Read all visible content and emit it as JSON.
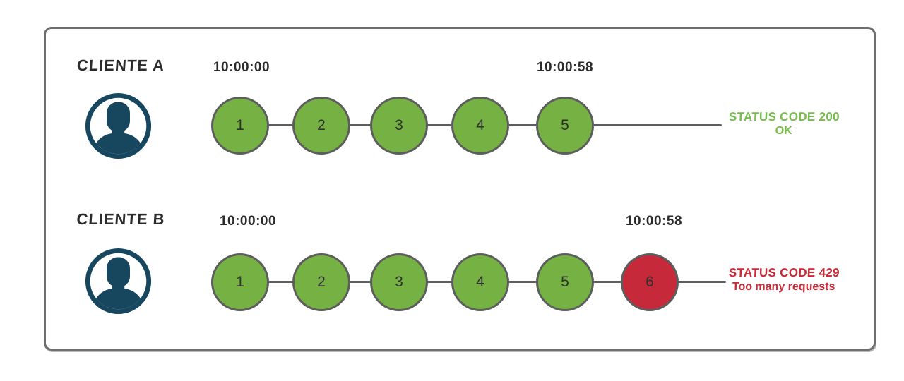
{
  "colors": {
    "ok_node": "#76B144",
    "limited_node": "#C5293A",
    "node_border": "#5D5D5D",
    "line": "#5E5E5E",
    "frame_border": "#6E6E6E",
    "avatar": "#17465F",
    "ok_text": "#76BD4B",
    "error_text": "#CB2936",
    "label_text": "#2B2B2B"
  },
  "rows": [
    {
      "client_label": "CLIENTE A",
      "start_time": "10:00:00",
      "end_time": "10:00:58",
      "requests": [
        {
          "n": "1",
          "status": "ok"
        },
        {
          "n": "2",
          "status": "ok"
        },
        {
          "n": "3",
          "status": "ok"
        },
        {
          "n": "4",
          "status": "ok"
        },
        {
          "n": "5",
          "status": "ok"
        }
      ],
      "status": {
        "line1": "STATUS CODE 200",
        "line2": "OK"
      }
    },
    {
      "client_label": "CLIENTE B",
      "start_time": "10:00:00",
      "end_time": "10:00:58",
      "requests": [
        {
          "n": "1",
          "status": "ok"
        },
        {
          "n": "2",
          "status": "ok"
        },
        {
          "n": "3",
          "status": "ok"
        },
        {
          "n": "4",
          "status": "ok"
        },
        {
          "n": "5",
          "status": "ok"
        },
        {
          "n": "6",
          "status": "limited"
        }
      ],
      "status": {
        "line1": "STATUS CODE 429",
        "line2": "Too many requests"
      }
    }
  ]
}
